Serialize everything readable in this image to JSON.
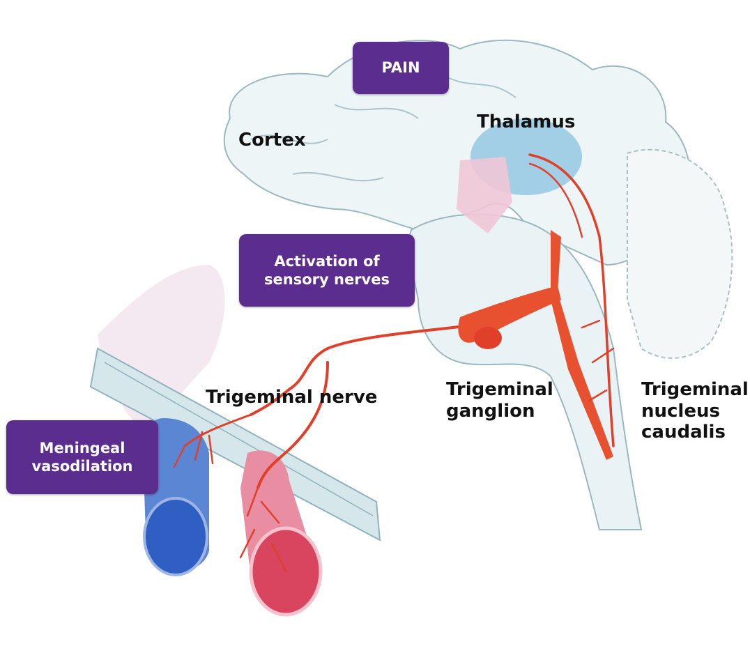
{
  "colors": {
    "box_fill": "#5b2d8e",
    "nerve": "#e0402a",
    "artery": "#d9455f",
    "vein": "#2f5fc2",
    "brain": "#e8f2f4",
    "thalamus": "#8fc6e0"
  },
  "boxes": {
    "pain": {
      "line1": "PAIN"
    },
    "activation": {
      "line1": "Activation of",
      "line2": "sensory nerves"
    },
    "meningeal": {
      "line1": "Meningeal",
      "line2": "vasodilation"
    }
  },
  "labels": {
    "cortex": "Cortex",
    "thalamus": "Thalamus",
    "trigeminal_nerve": "Trigeminal nerve",
    "trigeminal_ganglion": {
      "line1": "Trigeminal",
      "line2": "ganglion"
    },
    "trigeminal_nucleus": {
      "line1": "Trigeminal",
      "line2": "nucleus",
      "line3": "caudalis"
    }
  }
}
